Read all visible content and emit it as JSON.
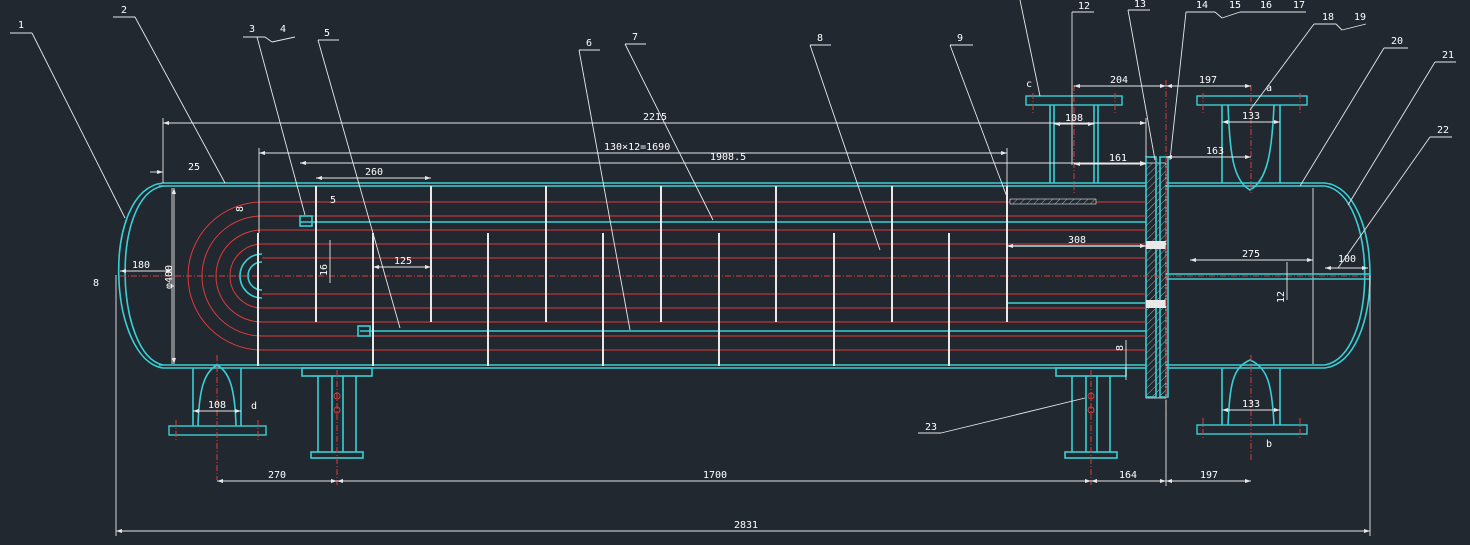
{
  "balloons": [
    {
      "id": "b1",
      "label": "1"
    },
    {
      "id": "b2",
      "label": "2"
    },
    {
      "id": "b3",
      "label": "3"
    },
    {
      "id": "b4",
      "label": "4"
    },
    {
      "id": "b5",
      "label": "5"
    },
    {
      "id": "b6",
      "label": "6"
    },
    {
      "id": "b7",
      "label": "7"
    },
    {
      "id": "b8",
      "label": "8"
    },
    {
      "id": "b9",
      "label": "9"
    },
    {
      "id": "b12",
      "label": "12"
    },
    {
      "id": "b13",
      "label": "13"
    },
    {
      "id": "b14",
      "label": "14"
    },
    {
      "id": "b15",
      "label": "15"
    },
    {
      "id": "b16",
      "label": "16"
    },
    {
      "id": "b17",
      "label": "17"
    },
    {
      "id": "b18",
      "label": "18"
    },
    {
      "id": "b19",
      "label": "19"
    },
    {
      "id": "b20",
      "label": "20"
    },
    {
      "id": "b21",
      "label": "21"
    },
    {
      "id": "b22",
      "label": "22"
    },
    {
      "id": "b23",
      "label": "23"
    }
  ],
  "nozzles": {
    "a": "a",
    "b": "b",
    "c": "c",
    "d": "d"
  },
  "dims": {
    "d2215": "2215",
    "d130x12": "130×12=1690",
    "d1908": "1908.5",
    "d260": "260",
    "d5": "5",
    "d8a": "8",
    "d16": "16",
    "d125": "125",
    "d180": "180",
    "d8b": "8",
    "dphi": "φ400",
    "d25": "25",
    "d108top": "108",
    "d161": "161",
    "d204": "204",
    "d197top": "197",
    "d133top": "133",
    "d163": "163",
    "d308": "308",
    "d275": "275",
    "d100": "100",
    "d12": "12",
    "d8c": "8",
    "d108bot": "108",
    "d133bot": "133",
    "d270": "270",
    "d1700": "1700",
    "d164": "164",
    "d197bot": "197",
    "d2831": "2831"
  }
}
